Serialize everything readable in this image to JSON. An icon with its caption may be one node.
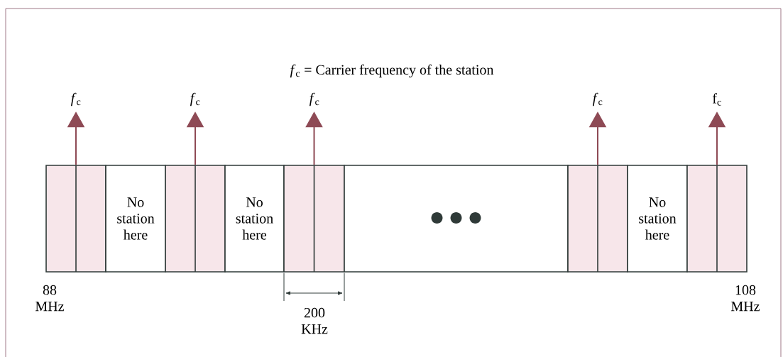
{
  "diagram": {
    "nodes": [
      {
        "text": [],
        "shape": "box"
      },
      {
        "text": [
          "No station here"
        ]
      },
      {
        "text": [],
        "shape": "box"
      },
      {
        "text": [
          "No station here"
        ]
      },
      {
        "text": [],
        "shape": "box"
      },
      {
        "text": [],
        "shape": "box"
      },
      {
        "text": [],
        "shape": "box"
      },
      {
        "text": [
          "No station here"
        ]
      },
      {
        "text": [],
        "shape": "box"
      }
    ],
    "edges": [
      {
        "from": 0,
        "to": null,
        "arrow": "to"
      },
      {
        "from": 2,
        "to": null,
        "arrow": "to"
      },
      {
        "from": 4,
        "to": null,
        "arrow": "to"
      },
      {
        "from": 6,
        "to": null,
        "arrow": "to"
      },
      {
        "from": 8,
        "to": null,
        "arrow": "to"
      }
    ],
    "labels": [
      "*f*$_{c}$ = Carrier frequency of the station",
      "*f*$_{c}$",
      "*f*$_{c}$",
      "*f*$_{c}$",
      "*f*$_{c}$",
      "f$_{c}$",
      "88 MHz",
      "108 MHz",
      "200 KHz"
    ]
  }
}
